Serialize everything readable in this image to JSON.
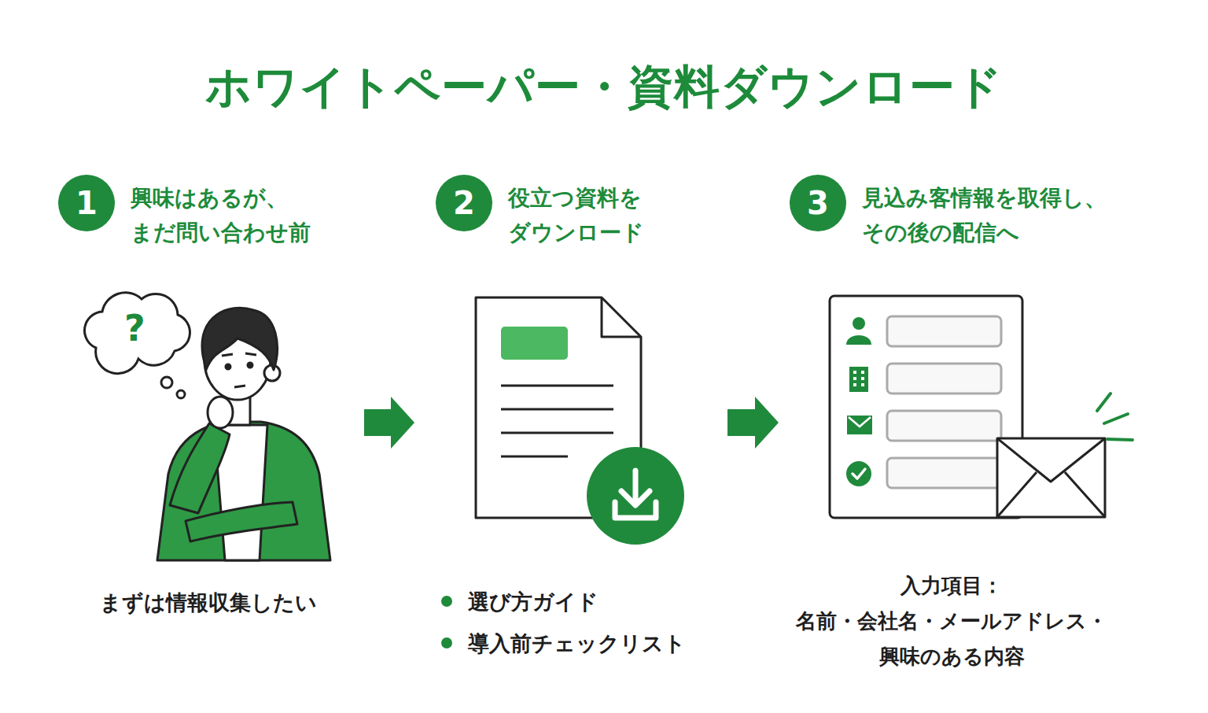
{
  "diagram": {
    "title": "ホワイトペーパー・資料ダウンロード",
    "nodes": [
      {
        "text": [
          "1",
          "興味はあるが、 まだ問い合わせ前"
        ]
      },
      {
        "text": [
          "2",
          "役立つ資料を ダウンロード"
        ]
      },
      {
        "text": [
          "3",
          "見込み客情報を取得し、 その後の配信へ"
        ]
      },
      {
        "text": [
          "まずは情報収集したい"
        ]
      },
      {
        "text": [
          "選び方ガイド",
          "導入前チェックリスト"
        ]
      },
      {
        "text": [
          "入力項目：",
          "名前・会社名・メールアドレス・ 興味のある内容"
        ]
      }
    ],
    "edges": [
      {
        "from": 3,
        "to": 4,
        "arrow": "to"
      },
      {
        "from": 4,
        "to": 5,
        "arrow": "to"
      }
    ],
    "labels": [
      "?"
    ]
  }
}
